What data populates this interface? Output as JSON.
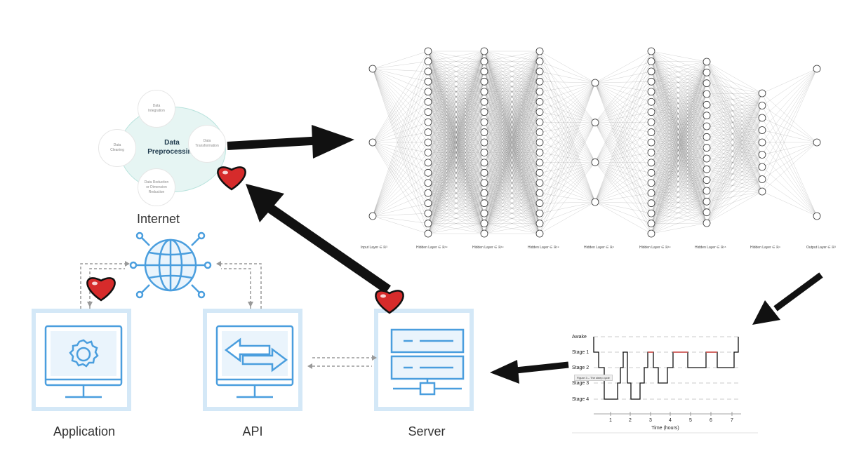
{
  "data_preprocessing": {
    "title": "Data\nPreprocessing",
    "nodes": {
      "integration": "Data\nIntegration",
      "transformation": "Data\nTransformation",
      "reduction": "Data Reduction\nor Dimension\nReduction",
      "cleaning": "Data\nCleaning"
    },
    "accent": "#7ecfc3"
  },
  "neural_network": {
    "layer_sizes": [
      3,
      19,
      19,
      19,
      4,
      19,
      16,
      9,
      3
    ],
    "layer_labels": [
      "Input Layer ∈ ℝ³",
      "Hidden Layer ∈ ℝ¹⁹",
      "Hidden Layer ∈ ℝ¹⁹",
      "Hidden Layer ∈ ℝ¹⁹",
      "Hidden Layer ∈ ℝ⁴",
      "Hidden Layer ∈ ℝ¹⁹",
      "Hidden Layer ∈ ℝ¹⁶",
      "Hidden Layer ∈ ℝ⁹",
      "Output Layer ∈ ℝ³"
    ]
  },
  "infrastructure": {
    "internet_label": "Internet",
    "application_label": "Application",
    "api_label": "API",
    "server_label": "Server",
    "icon_color": "#4a9ede",
    "panel_color": "#d4e8f7"
  },
  "sleep_chart": {
    "note": "Figure 3 – The sleep cycle",
    "xlabel": "Time (hours)",
    "x_ticks": [
      "1",
      "2",
      "3",
      "4",
      "5",
      "6",
      "7"
    ],
    "y_levels": [
      "Awake",
      "Stage 1",
      "Stage 2",
      "Stage 3",
      "Stage 4"
    ],
    "colors": {
      "rem": "#d9534f"
    }
  },
  "heart_color": "#d62b2b"
}
